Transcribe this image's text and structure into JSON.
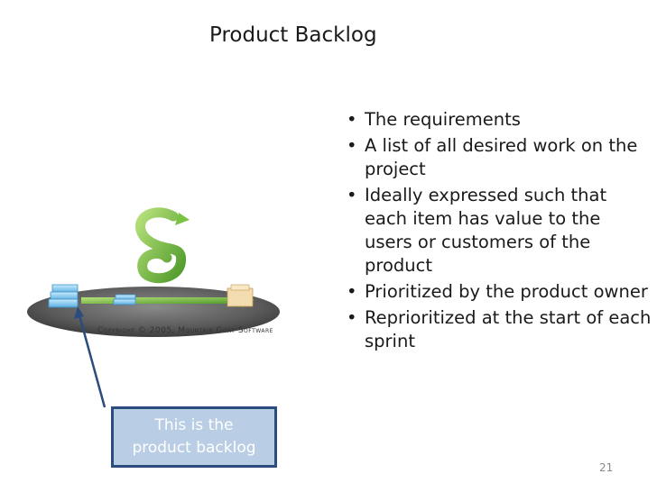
{
  "slide": {
    "title": "Product Backlog",
    "bullets": [
      "The requirements",
      "A list of all desired work on the project",
      "Ideally expressed such that each item has value to the users or customers of the product",
      "Prioritized by the product owner",
      "Reprioritized at the start of each sprint"
    ],
    "diagram_copyright": "Copyright © 2005, Mountain Goat Software",
    "callout_text_line1": "This is the",
    "callout_text_line2": "product backlog",
    "page_number": "21"
  },
  "colors": {
    "callout_fill": "#b9cde4",
    "callout_border": "#2b4c7e",
    "arrow": "#2b4c7e",
    "cycle_green": "#7cc242",
    "backlog_blue": "#8ec9ee",
    "platter_gray": "#555555"
  }
}
